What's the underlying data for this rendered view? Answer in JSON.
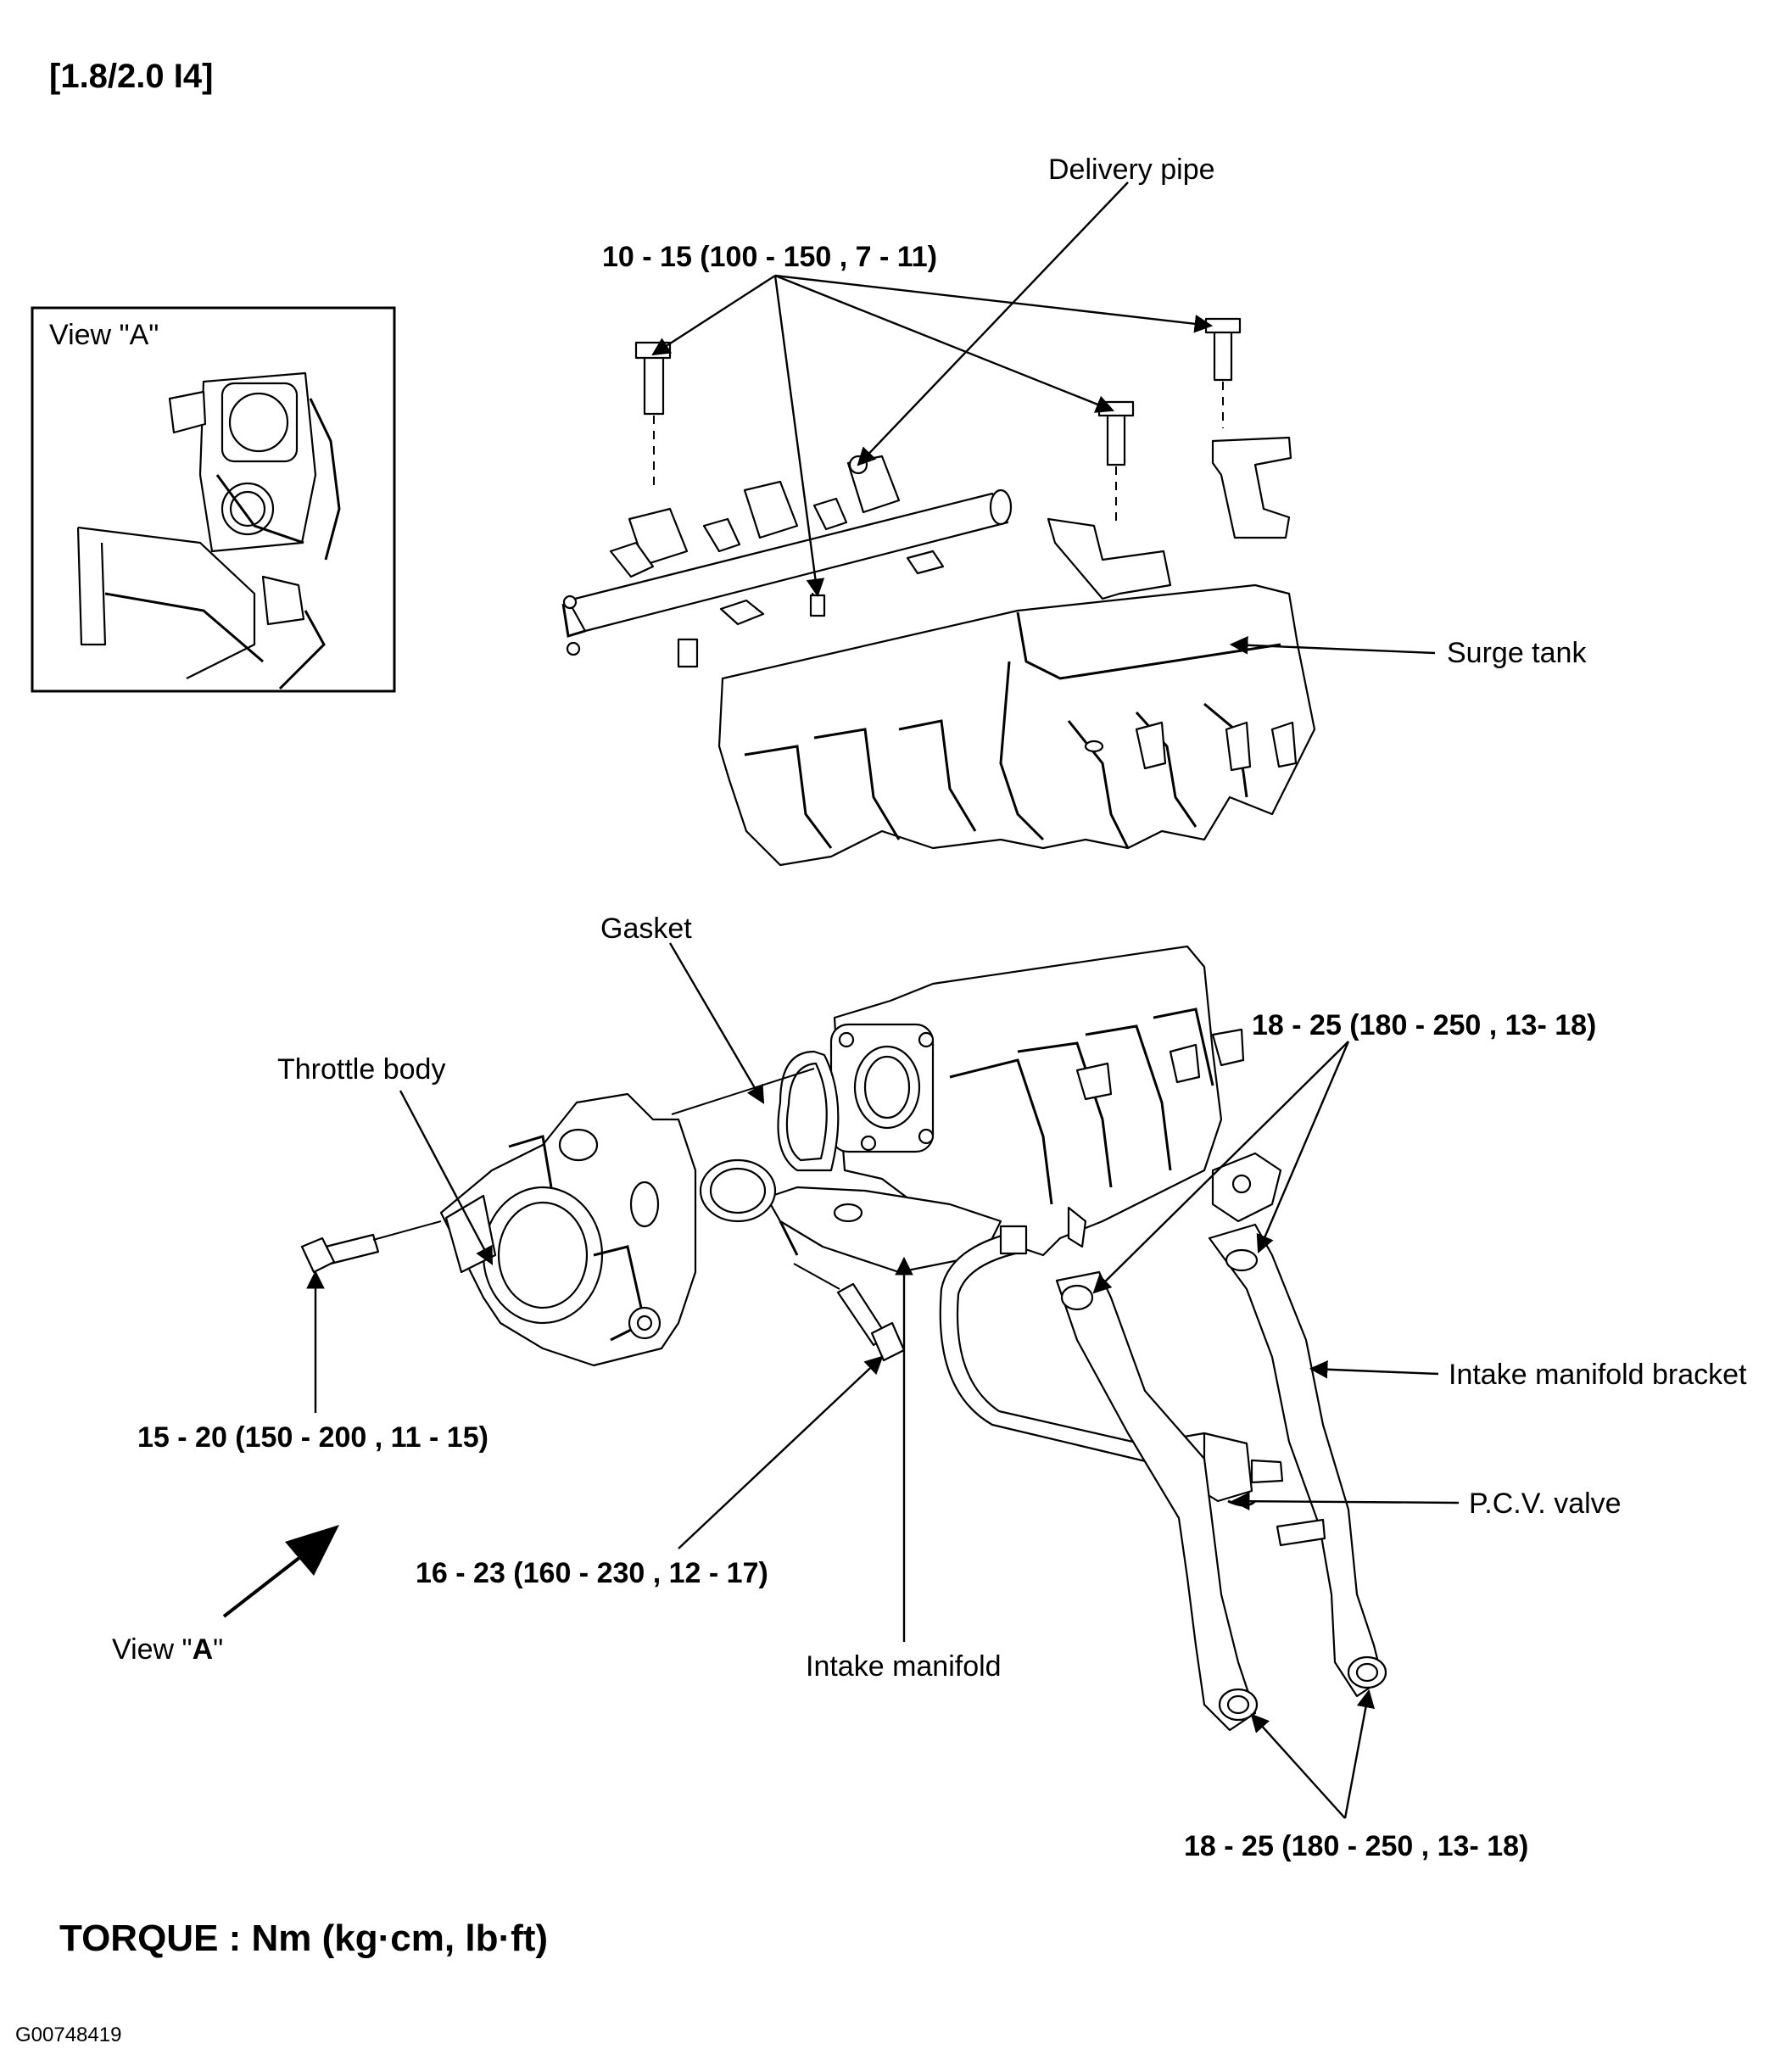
{
  "header": {
    "engine_variant": "[1.8/2.0 I4]"
  },
  "inset": {
    "title": "View \"A\""
  },
  "labels": {
    "delivery_pipe": "Delivery pipe",
    "surge_tank": "Surge tank",
    "gasket": "Gasket",
    "throttle_body": "Throttle body",
    "intake_manifold_bracket": "Intake manifold bracket",
    "pcv_valve": "P.C.V. valve",
    "intake_manifold": "Intake manifold",
    "view_a_prefix": "View \"",
    "view_a_letter": "A",
    "view_a_suffix": "\""
  },
  "torques": {
    "delivery_pipe_bolts": "10 - 15 (100 - 150 , 7 - 11)",
    "throttle_body_bolt": "15 - 20 (150 - 200 , 11 - 15)",
    "intake_manifold_bolt": "16 - 23 (160 - 230 , 12 - 17)",
    "bracket_upper": "18 - 25 (180 - 250 , 13- 18)",
    "bracket_lower": "18 - 25 (180 - 250 , 13- 18)"
  },
  "footer": {
    "torque_units": "TORQUE : Nm (kg·cm, lb·ft)",
    "figure_id": "G00748419"
  }
}
